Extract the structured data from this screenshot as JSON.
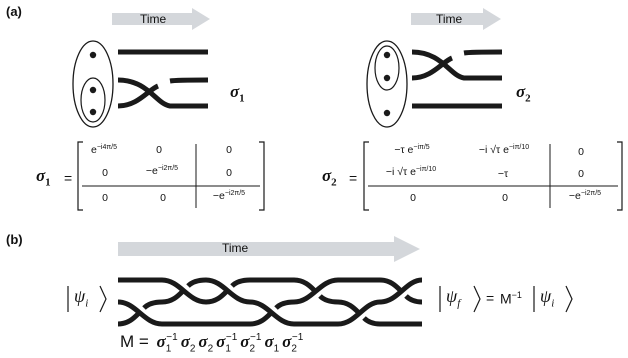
{
  "panel_a": {
    "label": "(a)",
    "time_label": "Time",
    "sigma1": {
      "symbol": "σ",
      "sub": "1"
    },
    "sigma2": {
      "symbol": "σ",
      "sub": "2"
    },
    "matrix1": {
      "lhs_symbol": "σ",
      "lhs_sub": "1",
      "eq": "=",
      "cells": [
        [
          "e^{-i4π/5}",
          "0",
          "0"
        ],
        [
          "0",
          "-e^{-i2π/5}",
          "0"
        ],
        [
          "0",
          "0",
          "-e^{-i2π/5}"
        ]
      ],
      "text": {
        "r0c0_base": "e",
        "r0c0_sup": "−i4π/5",
        "r0c1": "0",
        "r0c2": "0",
        "r1c0": "0",
        "r1c1_base": "−e",
        "r1c1_sup": "−i2π/5",
        "r1c2": "0",
        "r2c0": "0",
        "r2c1": "0",
        "r2c2_base": "−e",
        "r2c2_sup": "−i2π/5"
      }
    },
    "matrix2": {
      "lhs_symbol": "σ",
      "lhs_sub": "2",
      "eq": "=",
      "text": {
        "r0c0_a": "−τ e",
        "r0c0_sup": "−iπ/5",
        "r0c1_a": "−i √τ e",
        "r0c1_sup": "−iπ/10",
        "r0c2": "0",
        "r1c0_a": "−i √τ e",
        "r1c0_sup": "−iπ/10",
        "r1c1": "−τ",
        "r1c2": "0",
        "r2c0": "0",
        "r2c1": "0",
        "r2c2_base": "−e",
        "r2c2_sup": "−i2π/5"
      }
    }
  },
  "panel_b": {
    "label": "(b)",
    "time_label": "Time",
    "initial_state": {
      "psi": "ψ",
      "sub": "i"
    },
    "final_state": {
      "psi": "ψ",
      "sub": "f",
      "eq": "=",
      "m": "M",
      "m_sup": "−1",
      "psi2": "ψ",
      "sub2": "i"
    },
    "formula": {
      "lhs": "M =",
      "terms": [
        {
          "sym": "σ",
          "sub": "1",
          "sup": "−1"
        },
        {
          "sym": "σ",
          "sub": "2",
          "sup": ""
        },
        {
          "sym": "σ",
          "sub": "2",
          "sup": ""
        },
        {
          "sym": "σ",
          "sub": "1",
          "sup": "−1"
        },
        {
          "sym": "σ",
          "sub": "2",
          "sup": "−1"
        },
        {
          "sym": "σ",
          "sub": "1",
          "sup": ""
        },
        {
          "sym": "σ",
          "sub": "2",
          "sup": "−1"
        }
      ]
    }
  },
  "colors": {
    "strand": "#1a1a1a",
    "arrow": "#d4d7db",
    "text": "#111111"
  }
}
